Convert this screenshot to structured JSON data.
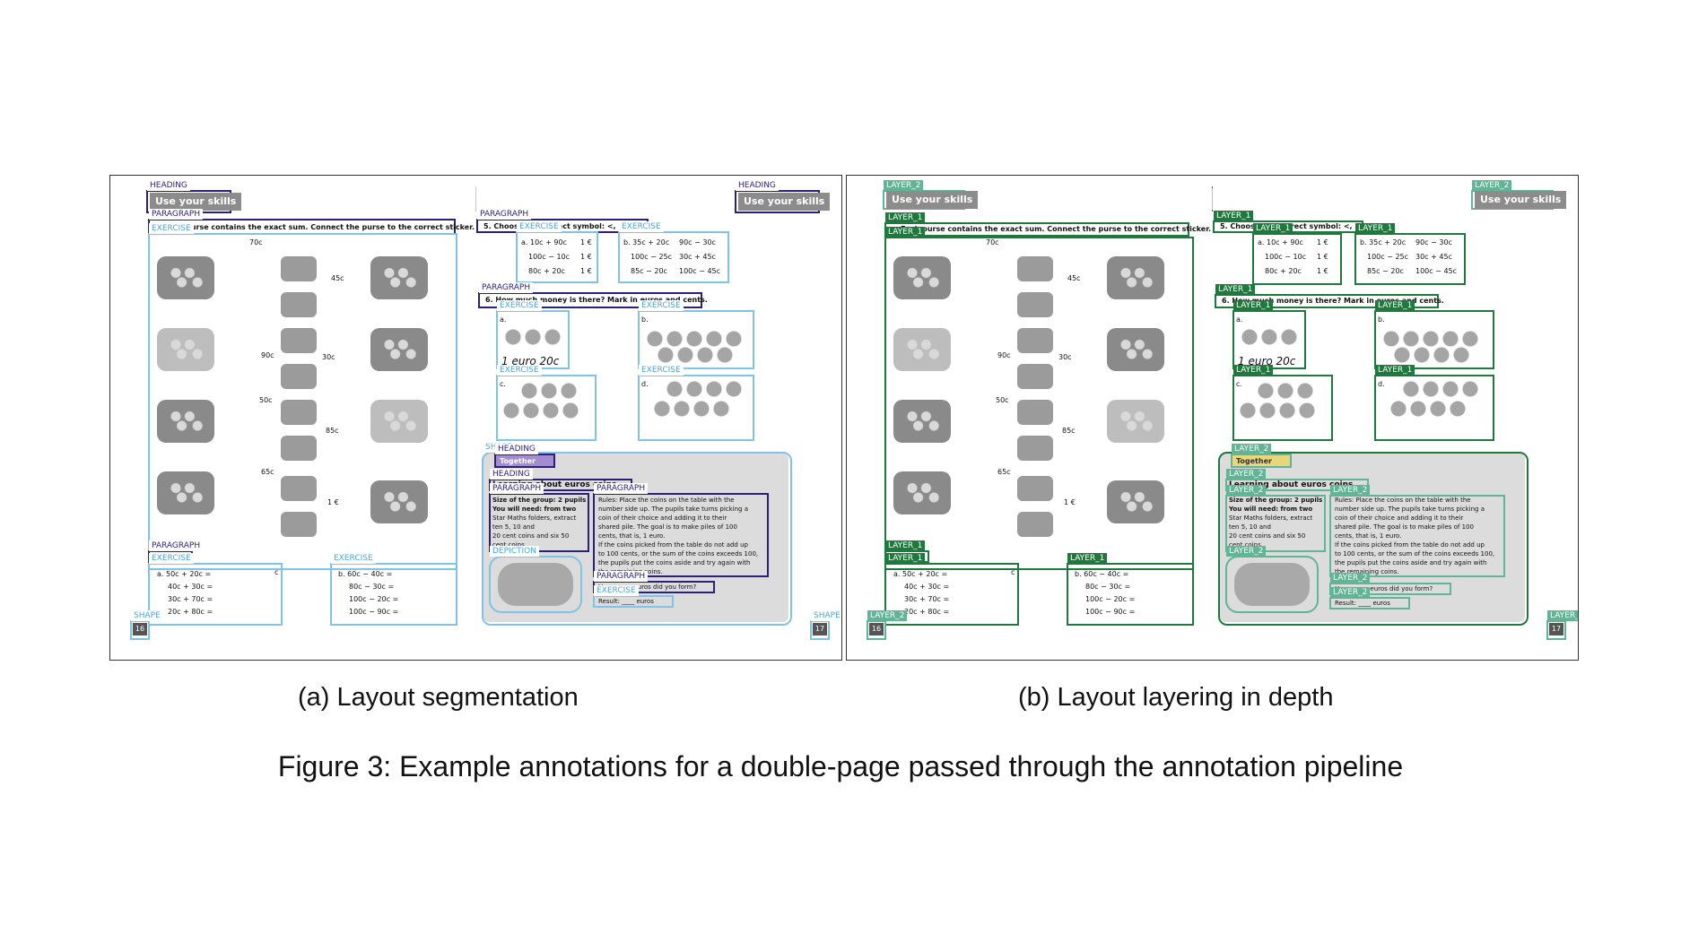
{
  "panels": {
    "a": {
      "caption": "(a) Layout segmentation",
      "labels": {
        "heading": "HEADING",
        "paragraph": "PARAGRAPH",
        "exercise": "EXERCISE",
        "shape": "SHAPE",
        "depiction": "DEPICTION"
      }
    },
    "b": {
      "caption": "(b) Layout layering in depth",
      "labels": {
        "layer1": "LAYER_1",
        "layer2": "LAYER_2"
      }
    }
  },
  "figure_caption": "Figure 3: Example annotations for a double-page passed through the annotation pipeline",
  "page_content": {
    "header": "Use your skills",
    "instruction_left": "Each purse contains the exact sum. Connect the purse to the correct sticker.",
    "q5": "5. Choose the correct symbol: <, =, >",
    "q5a": [
      "a. 10c + 90c",
      "100c − 10c",
      "80c + 20c"
    ],
    "q5a_val": [
      "1 €",
      "1 €",
      "1 €"
    ],
    "q5b": [
      "b. 35c + 20c",
      "100c − 25c",
      "85c − 20c"
    ],
    "q5b_val": [
      "90c − 30c",
      "30c + 45c",
      "100c − 45c"
    ],
    "q6": "6. How much money is there? Mark in euros and cents.",
    "q6a_answer": "1 euro 20c",
    "q6_labels": [
      "a.",
      "b.",
      "c.",
      "d."
    ],
    "together": "Together",
    "learning_title": "Learning about euros coins",
    "group_text": [
      "Size of the group: 2 pupils",
      "You will need: from two",
      "Star Maths folders, extract",
      "ten 5, 10 and",
      "20 cent coins and six 50",
      "cent coins"
    ],
    "rules_text": [
      "Rules: Place the coins on the table with the",
      "number side up. The pupils take turns picking a",
      "coin of their choice and adding it to their",
      "shared pile. The goal is to make piles of 100",
      "cents, that is, 1 euro.",
      "If the coins picked from the table do not add up",
      "to 100 cents, or the sum of the coins exceeds 100,",
      "the pupils put the coins aside and try again with",
      "the remaining coins."
    ],
    "question": "How many euros did you form?",
    "result": "Result: ____ euros",
    "ex_a": [
      "a. 50c + 20c =",
      "40c + 30c =",
      "30c + 70c =",
      "20c + 80c ="
    ],
    "ex_b": [
      "b. 60c − 40c =",
      "80c − 30c =",
      "100c − 20c =",
      "100c − 90c ="
    ],
    "stickers": [
      "70c",
      "45c",
      "90c",
      "30c",
      "50c",
      "85c",
      "65c",
      "1 €"
    ],
    "page_left": "16",
    "page_right": "17",
    "ex_a_c": "c"
  },
  "colors": {
    "heading_paragraph": "#2b1f7a",
    "exercise_shape": "#7fc3e6",
    "layer_1": "#1e7a3c",
    "layer_2": "#5fb596"
  }
}
